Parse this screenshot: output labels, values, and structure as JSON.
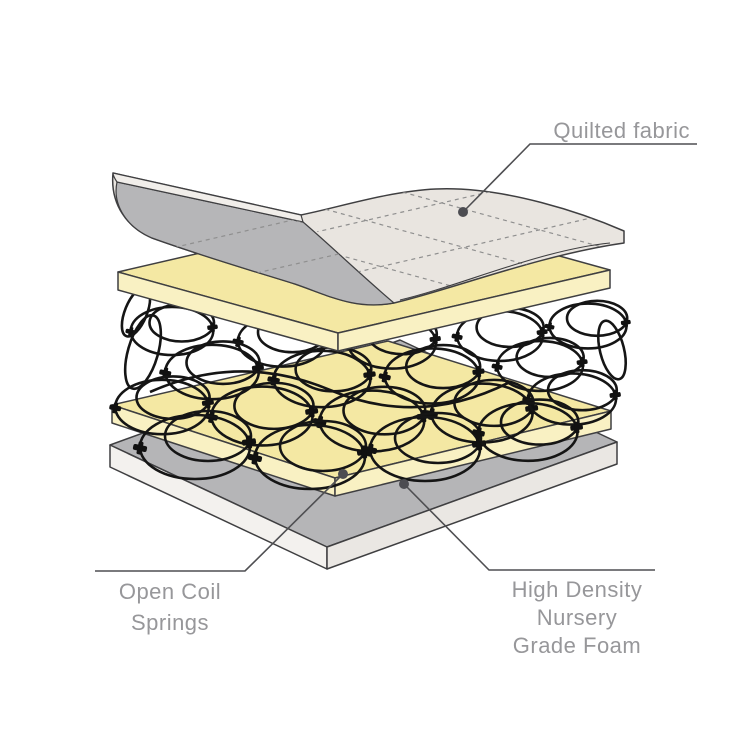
{
  "diagram": {
    "type": "exploded-layer-illustration",
    "subject": "cot mattress construction",
    "labels": {
      "quilted_fabric": "Quilted fabric",
      "open_coil_line1": "Open Coil",
      "open_coil_line2": "Springs",
      "high_density_line1": "High Density",
      "high_density_line2": "Nursery",
      "high_density_line3": "Grade Foam"
    },
    "colors": {
      "background": "#ffffff",
      "foam_top": "#f4e8a3",
      "foam_side": "#f9f1c3",
      "base_top": "#b5b5b7",
      "base_side_left": "#f3f1ee",
      "base_side_right": "#eae7e3",
      "fabric_top": "#e9e5e0",
      "fabric_underside": "#b6b6b8",
      "fabric_edge": "#f1eeea",
      "spring_wire": "#151515",
      "outline": "#3f3f41",
      "quilt_stitch": "#8f8f8f",
      "label_text": "#97979a",
      "leader": "#4f4f52",
      "dot": "#4d4d52"
    }
  }
}
